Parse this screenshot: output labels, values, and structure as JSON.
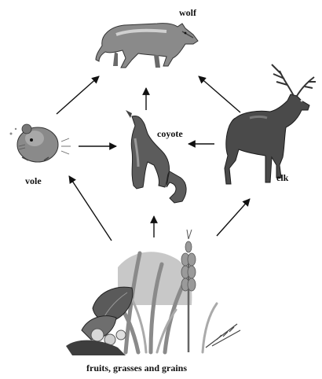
{
  "diagram": {
    "nodes": {
      "wolf": {
        "label": "wolf",
        "icon": "wolf-illustration"
      },
      "coyote": {
        "label": "coyote",
        "icon": "howling-coyote-illustration"
      },
      "elk": {
        "label": "elk",
        "icon": "elk-illustration"
      },
      "vole": {
        "label": "vole",
        "icon": "vole-illustration"
      },
      "plants": {
        "label": "fruits, grasses and grains",
        "icon": "plants-illustration"
      }
    },
    "edges": [
      {
        "from": "vole",
        "to": "wolf"
      },
      {
        "from": "coyote",
        "to": "wolf"
      },
      {
        "from": "elk",
        "to": "wolf"
      },
      {
        "from": "vole",
        "to": "coyote"
      },
      {
        "from": "elk",
        "to": "coyote"
      },
      {
        "from": "plants",
        "to": "vole"
      },
      {
        "from": "plants",
        "to": "coyote"
      },
      {
        "from": "plants",
        "to": "elk"
      }
    ],
    "colors": {
      "ink": "#111111",
      "shade_dark": "#4a4a4a",
      "shade_mid": "#8a8a8a",
      "shade_light": "#c8c8c8"
    }
  }
}
